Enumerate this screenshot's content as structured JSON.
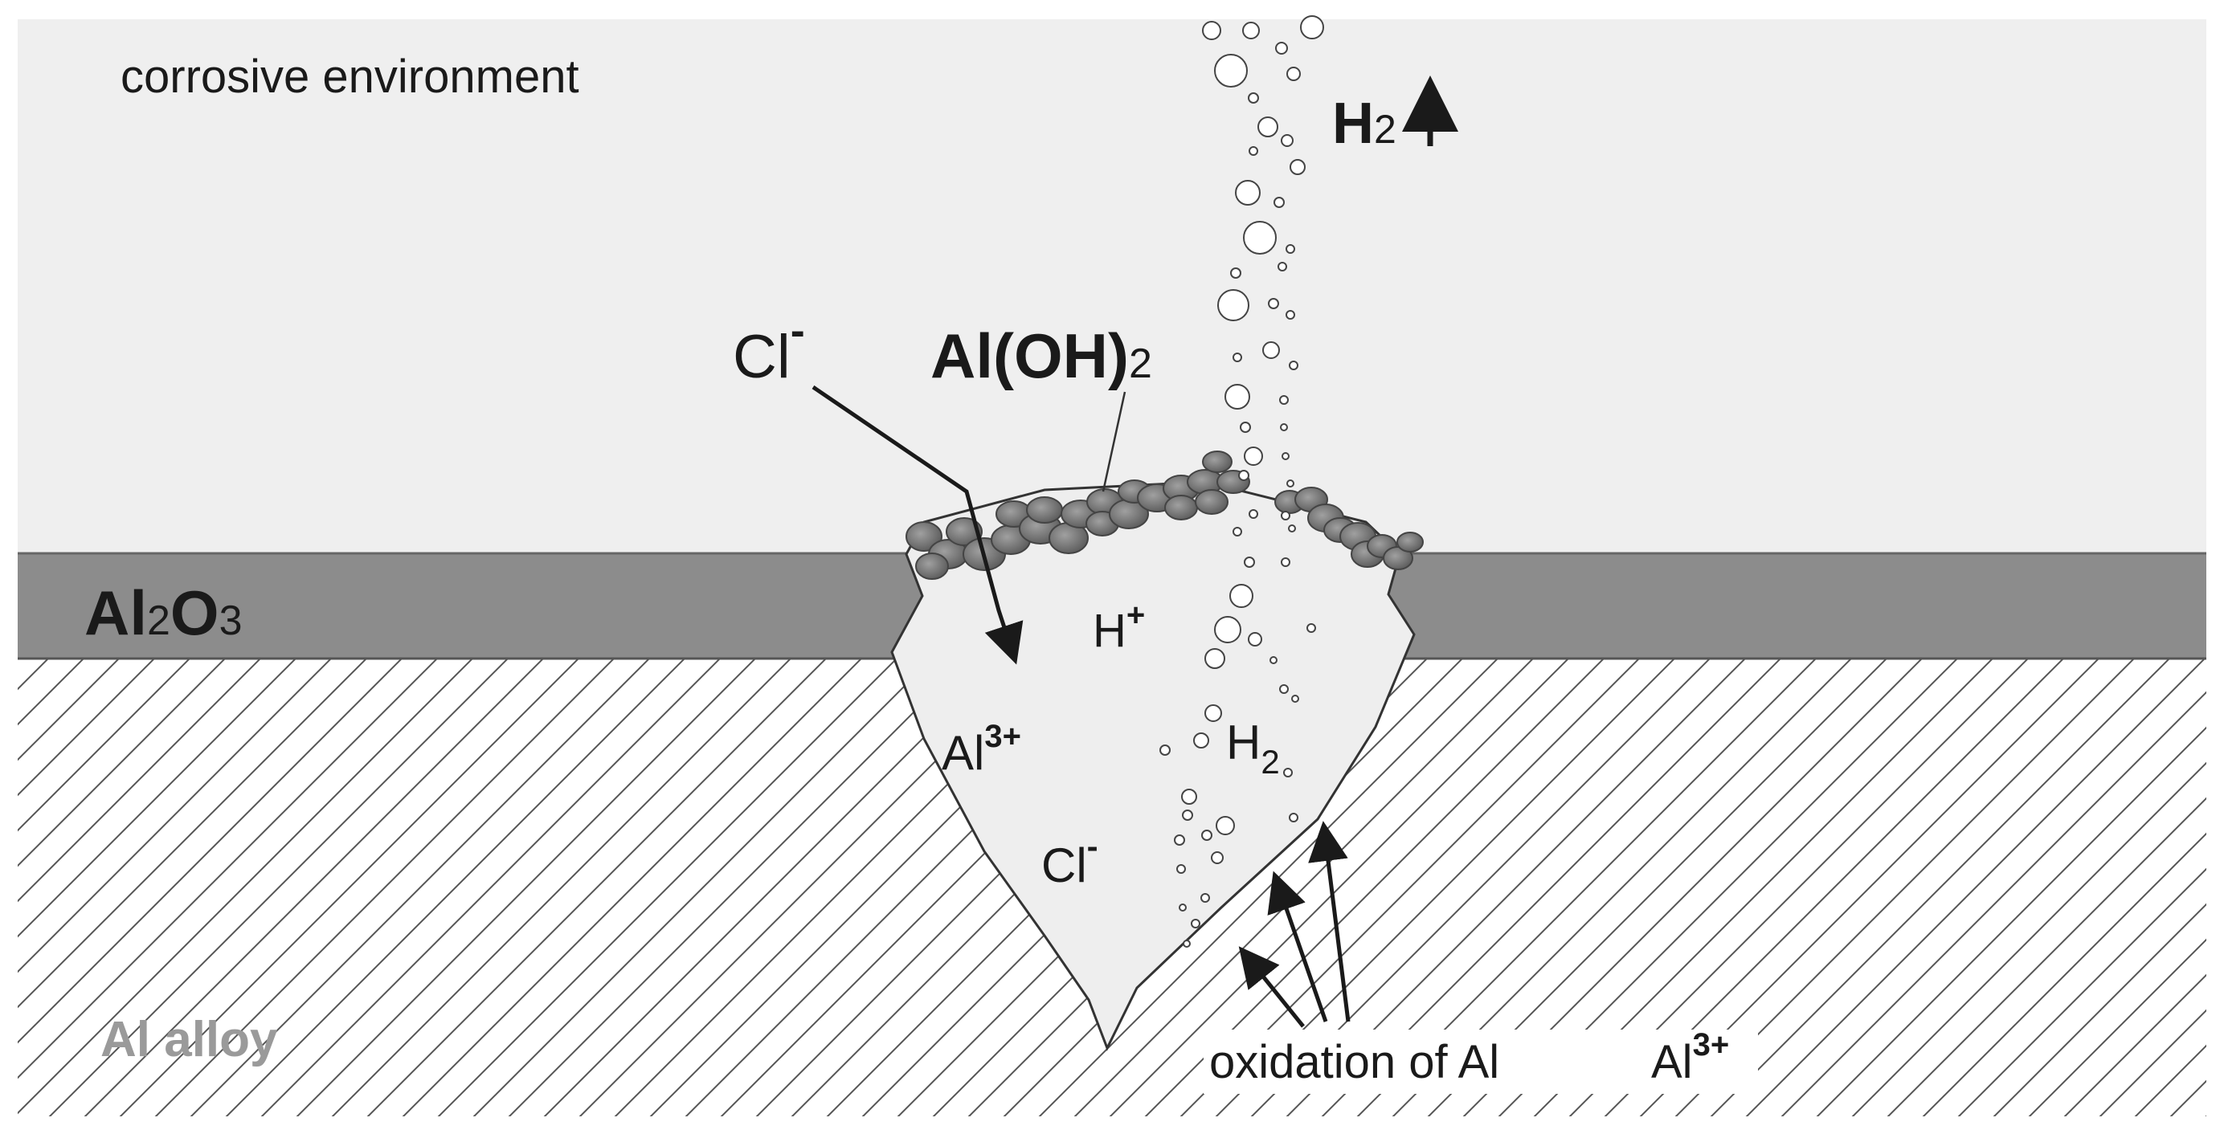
{
  "labels": {
    "environment": "corrosive environment",
    "oxide_layer": "Al",
    "oxide_sub1": "2",
    "oxide_o": "O",
    "oxide_sub2": "3",
    "alloy": "Al alloy",
    "h2_gas": "H",
    "h2_gas_sub": "2",
    "hydroxide": "Al(OH)",
    "hydroxide_sub": "2",
    "chloride_outside": "Cl",
    "chloride_outside_sup": "-",
    "hydrogen_ion": "H",
    "hydrogen_ion_sup": "+",
    "aluminium_ion": "Al",
    "aluminium_ion_sup": "3+",
    "hydrogen_in_pit": "H",
    "hydrogen_in_pit_sub": "2",
    "chloride_in_pit": "Cl",
    "chloride_in_pit_sup": "-",
    "oxidation_text": "oxidation of Al",
    "oxidation_product": "Al",
    "oxidation_product_sup": "3+"
  },
  "colors": {
    "environment": "#efefef",
    "oxide": "#8c8c8c",
    "alloy_hatch": "#555555",
    "pit": "#eeeeee",
    "deposit": "#7e7e7e",
    "text": "#1a1a1a",
    "alloy_label": "#9a9a9a"
  }
}
